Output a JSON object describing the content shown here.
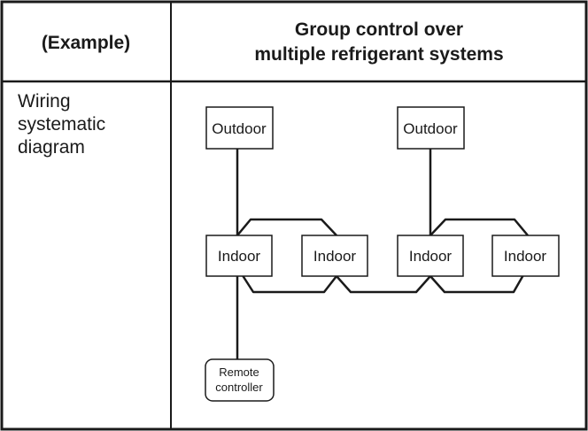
{
  "table": {
    "header_left": "(Example)",
    "header_right_line1": "Group control over",
    "header_right_line2": "multiple refrigerant systems",
    "row_label_line1": "Wiring",
    "row_label_line2": "systematic",
    "row_label_line3": "diagram"
  },
  "diagram": {
    "outdoor_units": [
      "Outdoor",
      "Outdoor"
    ],
    "indoor_units": [
      "Indoor",
      "Indoor",
      "Indoor",
      "Indoor"
    ],
    "remote_controller_line1": "Remote",
    "remote_controller_line2": "controller"
  },
  "colors": {
    "line": "#1a1a1a",
    "background": "#ffffff"
  }
}
